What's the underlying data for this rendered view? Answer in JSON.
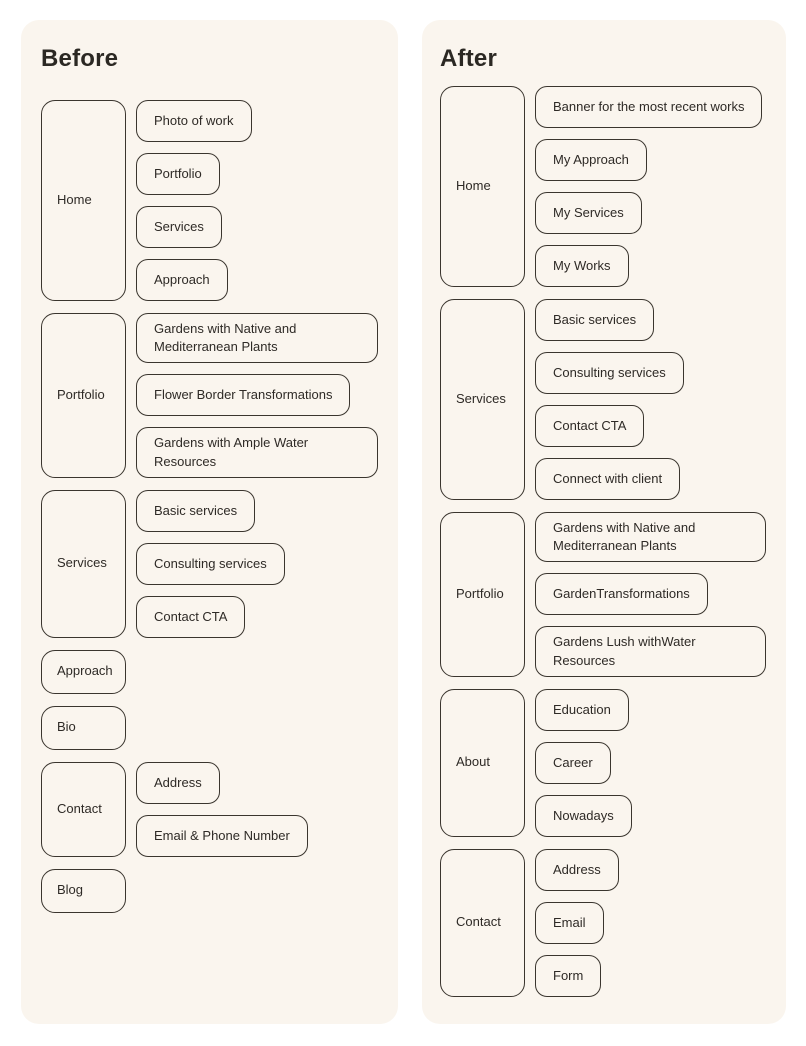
{
  "colors": {
    "page_bg": "#ffffff",
    "panel_bg": "#faf5ee",
    "outline": "#3a352e",
    "text": "#2e2a26"
  },
  "panels": [
    {
      "title": "Before",
      "sections": [
        {
          "parent": "Home",
          "children": [
            "Photo of work",
            "Portfolio",
            "Services",
            "Approach"
          ]
        },
        {
          "parent": "Portfolio",
          "children": [
            "Gardens with Native and Mediterranean Plants",
            "Flower Border Transformations",
            "Gardens with Ample Water Resources"
          ]
        },
        {
          "parent": "Services",
          "children": [
            "Basic services",
            "Consulting services",
            "Contact CTA"
          ]
        },
        {
          "parent": "Approach",
          "children": []
        },
        {
          "parent": "Bio",
          "children": []
        },
        {
          "parent": "Contact",
          "children": [
            "Address",
            "Email & Phone Number"
          ]
        },
        {
          "parent": "Blog",
          "children": []
        }
      ]
    },
    {
      "title": "After",
      "sections": [
        {
          "parent": "Home",
          "children": [
            "Banner for the most recent works",
            "My Approach",
            "My Services",
            "My Works"
          ]
        },
        {
          "parent": "Services",
          "children": [
            "Basic services",
            "Consulting services",
            "Contact CTA",
            "Connect with client"
          ]
        },
        {
          "parent": "Portfolio",
          "children": [
            "Gardens with Native and Mediterranean Plants",
            "GardenTransformations",
            "Gardens Lush withWater Resources"
          ]
        },
        {
          "parent": "About",
          "children": [
            "Education",
            "Career",
            "Nowadays"
          ]
        },
        {
          "parent": "Contact",
          "children": [
            "Address",
            "Email",
            "Form"
          ]
        }
      ]
    }
  ]
}
